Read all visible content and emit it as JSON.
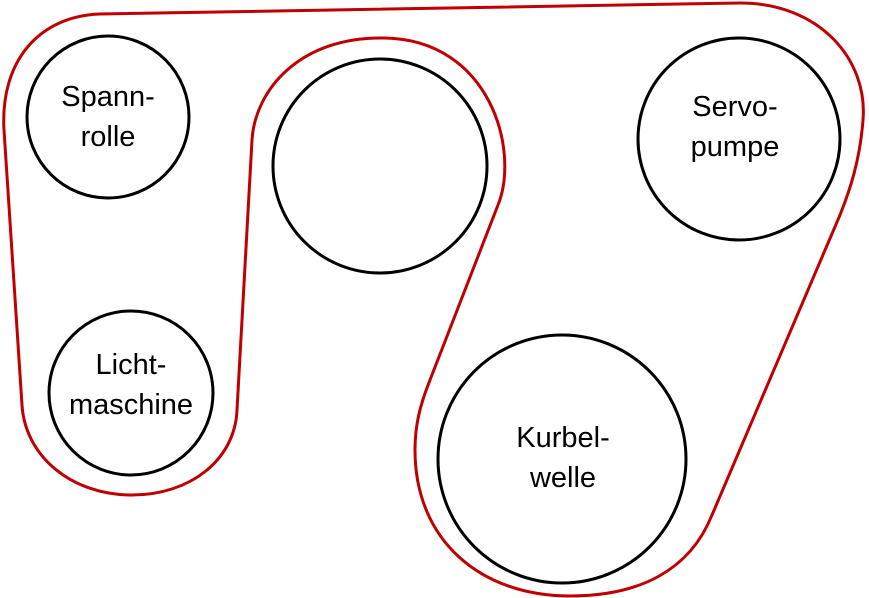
{
  "diagram": {
    "belt_color": "#c00000",
    "pulleys": [
      {
        "id": "spannrolle",
        "lines": [
          "Spann-",
          "rolle"
        ]
      },
      {
        "id": "umlenkrolle",
        "lines": []
      },
      {
        "id": "servopumpe",
        "lines": [
          "Servo-",
          "pumpe"
        ]
      },
      {
        "id": "lichtmaschine",
        "lines": [
          "Licht-",
          "maschine"
        ]
      },
      {
        "id": "kurbelwelle",
        "lines": [
          "Kurbel-",
          "welle"
        ]
      }
    ]
  }
}
